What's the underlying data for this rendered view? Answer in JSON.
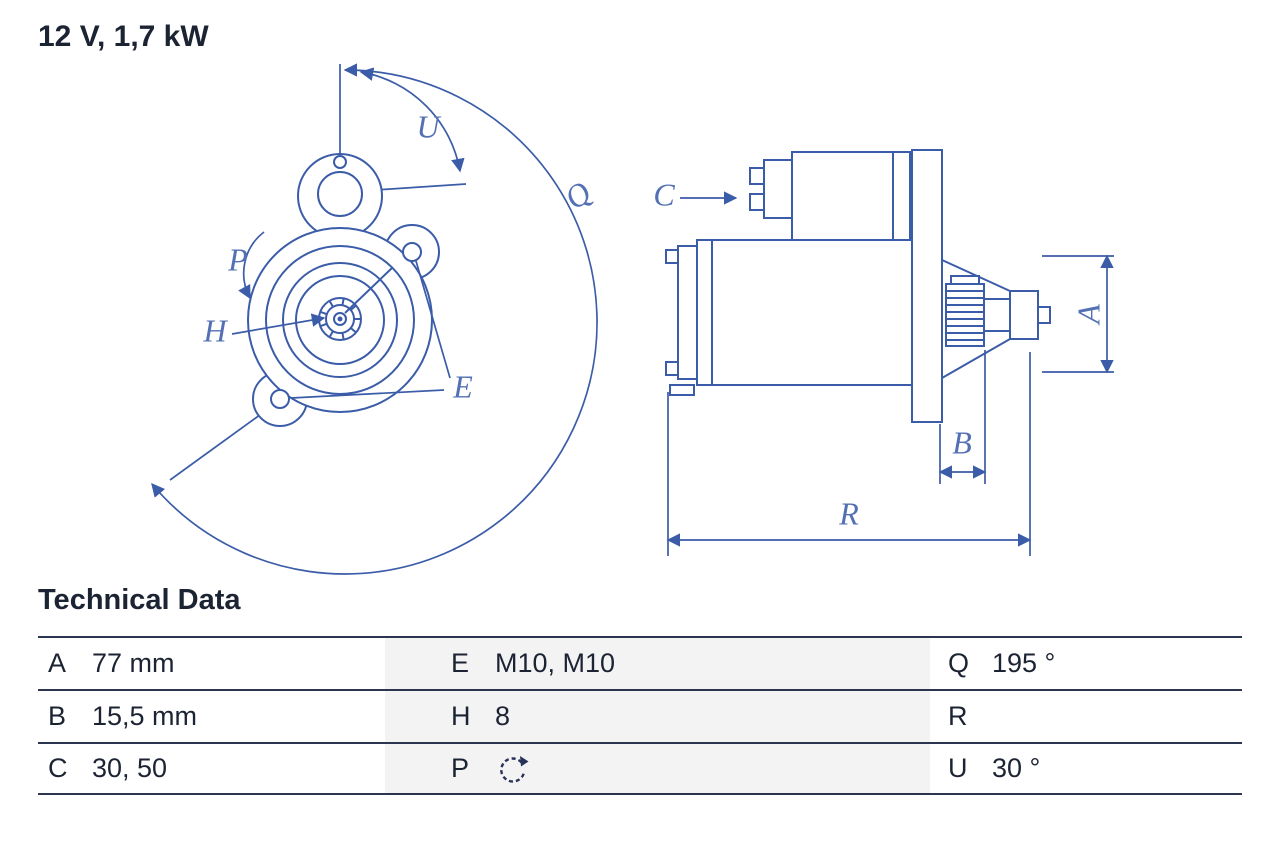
{
  "title": "12 V, 1,7 kW",
  "section_heading": "Technical Data",
  "drawing": {
    "labels": {
      "U": "U",
      "Q": "Q",
      "P": "P",
      "H": "H",
      "E": "E",
      "C": "C",
      "A": "A",
      "B": "B",
      "R": "R"
    }
  },
  "icons": {
    "p_value": "rotation-direction-icon"
  },
  "colors": {
    "line_blue": "#3b5ca8",
    "label_blue": "#5470b4",
    "text_dark": "#1c2333",
    "table_line": "#2b3550",
    "cell_shade": "#f3f3f3"
  },
  "table": {
    "rows": [
      {
        "cells": [
          {
            "key": "A",
            "value": "77 mm"
          },
          {
            "key": "E",
            "value": "M10, M10"
          },
          {
            "key": "Q",
            "value": "195 °"
          }
        ]
      },
      {
        "cells": [
          {
            "key": "B",
            "value": "15,5 mm"
          },
          {
            "key": "H",
            "value": "8"
          },
          {
            "key": "R",
            "value": ""
          }
        ]
      },
      {
        "cells": [
          {
            "key": "C",
            "value": "30, 50"
          },
          {
            "key": "P",
            "value": ""
          },
          {
            "key": "U",
            "value": "30 °"
          }
        ]
      }
    ]
  }
}
